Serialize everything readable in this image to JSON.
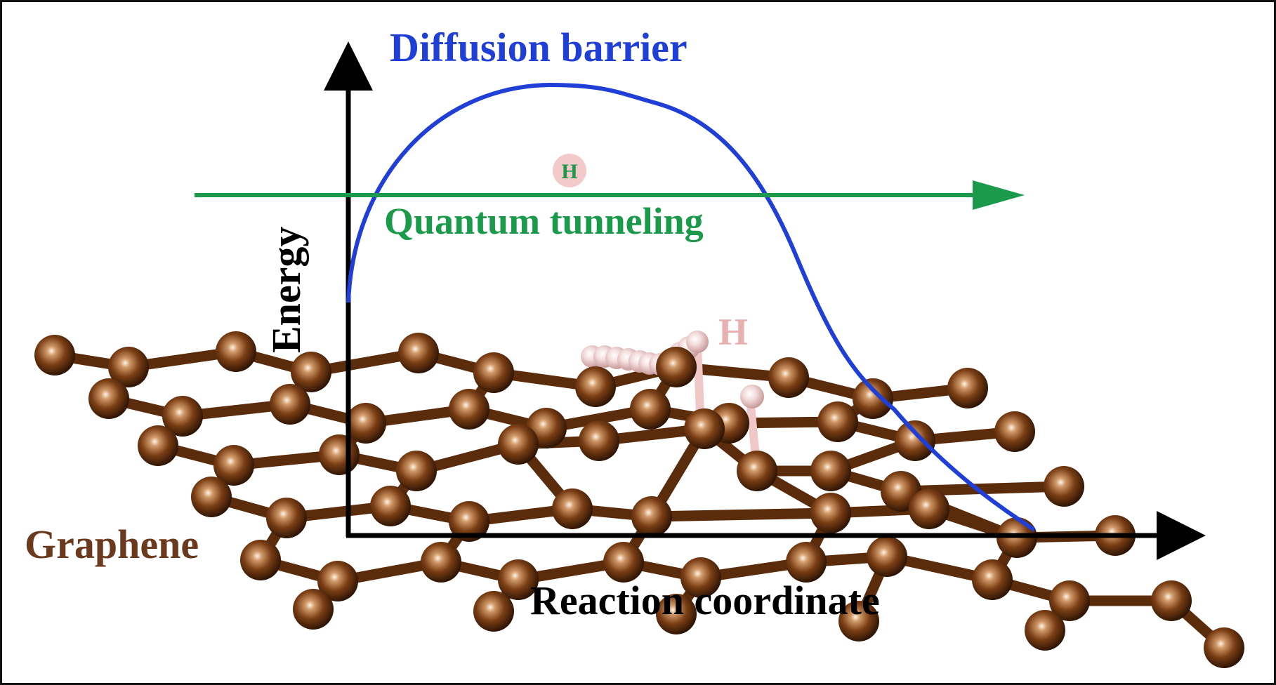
{
  "labels": {
    "diffusion_barrier": "Diffusion barrier",
    "quantum_tunneling": "Quantum tunneling",
    "energy_axis": "Energy",
    "reaction_axis": "Reaction coordinate",
    "graphene": "Graphene",
    "h_tunneling": "H",
    "h_adatom": "H"
  },
  "colors": {
    "barrier": "#1f3fd6",
    "tunneling": "#1a9a4a",
    "axis": "#000000",
    "carbon": "#6b3410",
    "bond": "#5a2c0c",
    "hydrogen": "#f2cfcf",
    "h_label": "#e8b0b0",
    "graphene_label": "#6b3a1e"
  }
}
